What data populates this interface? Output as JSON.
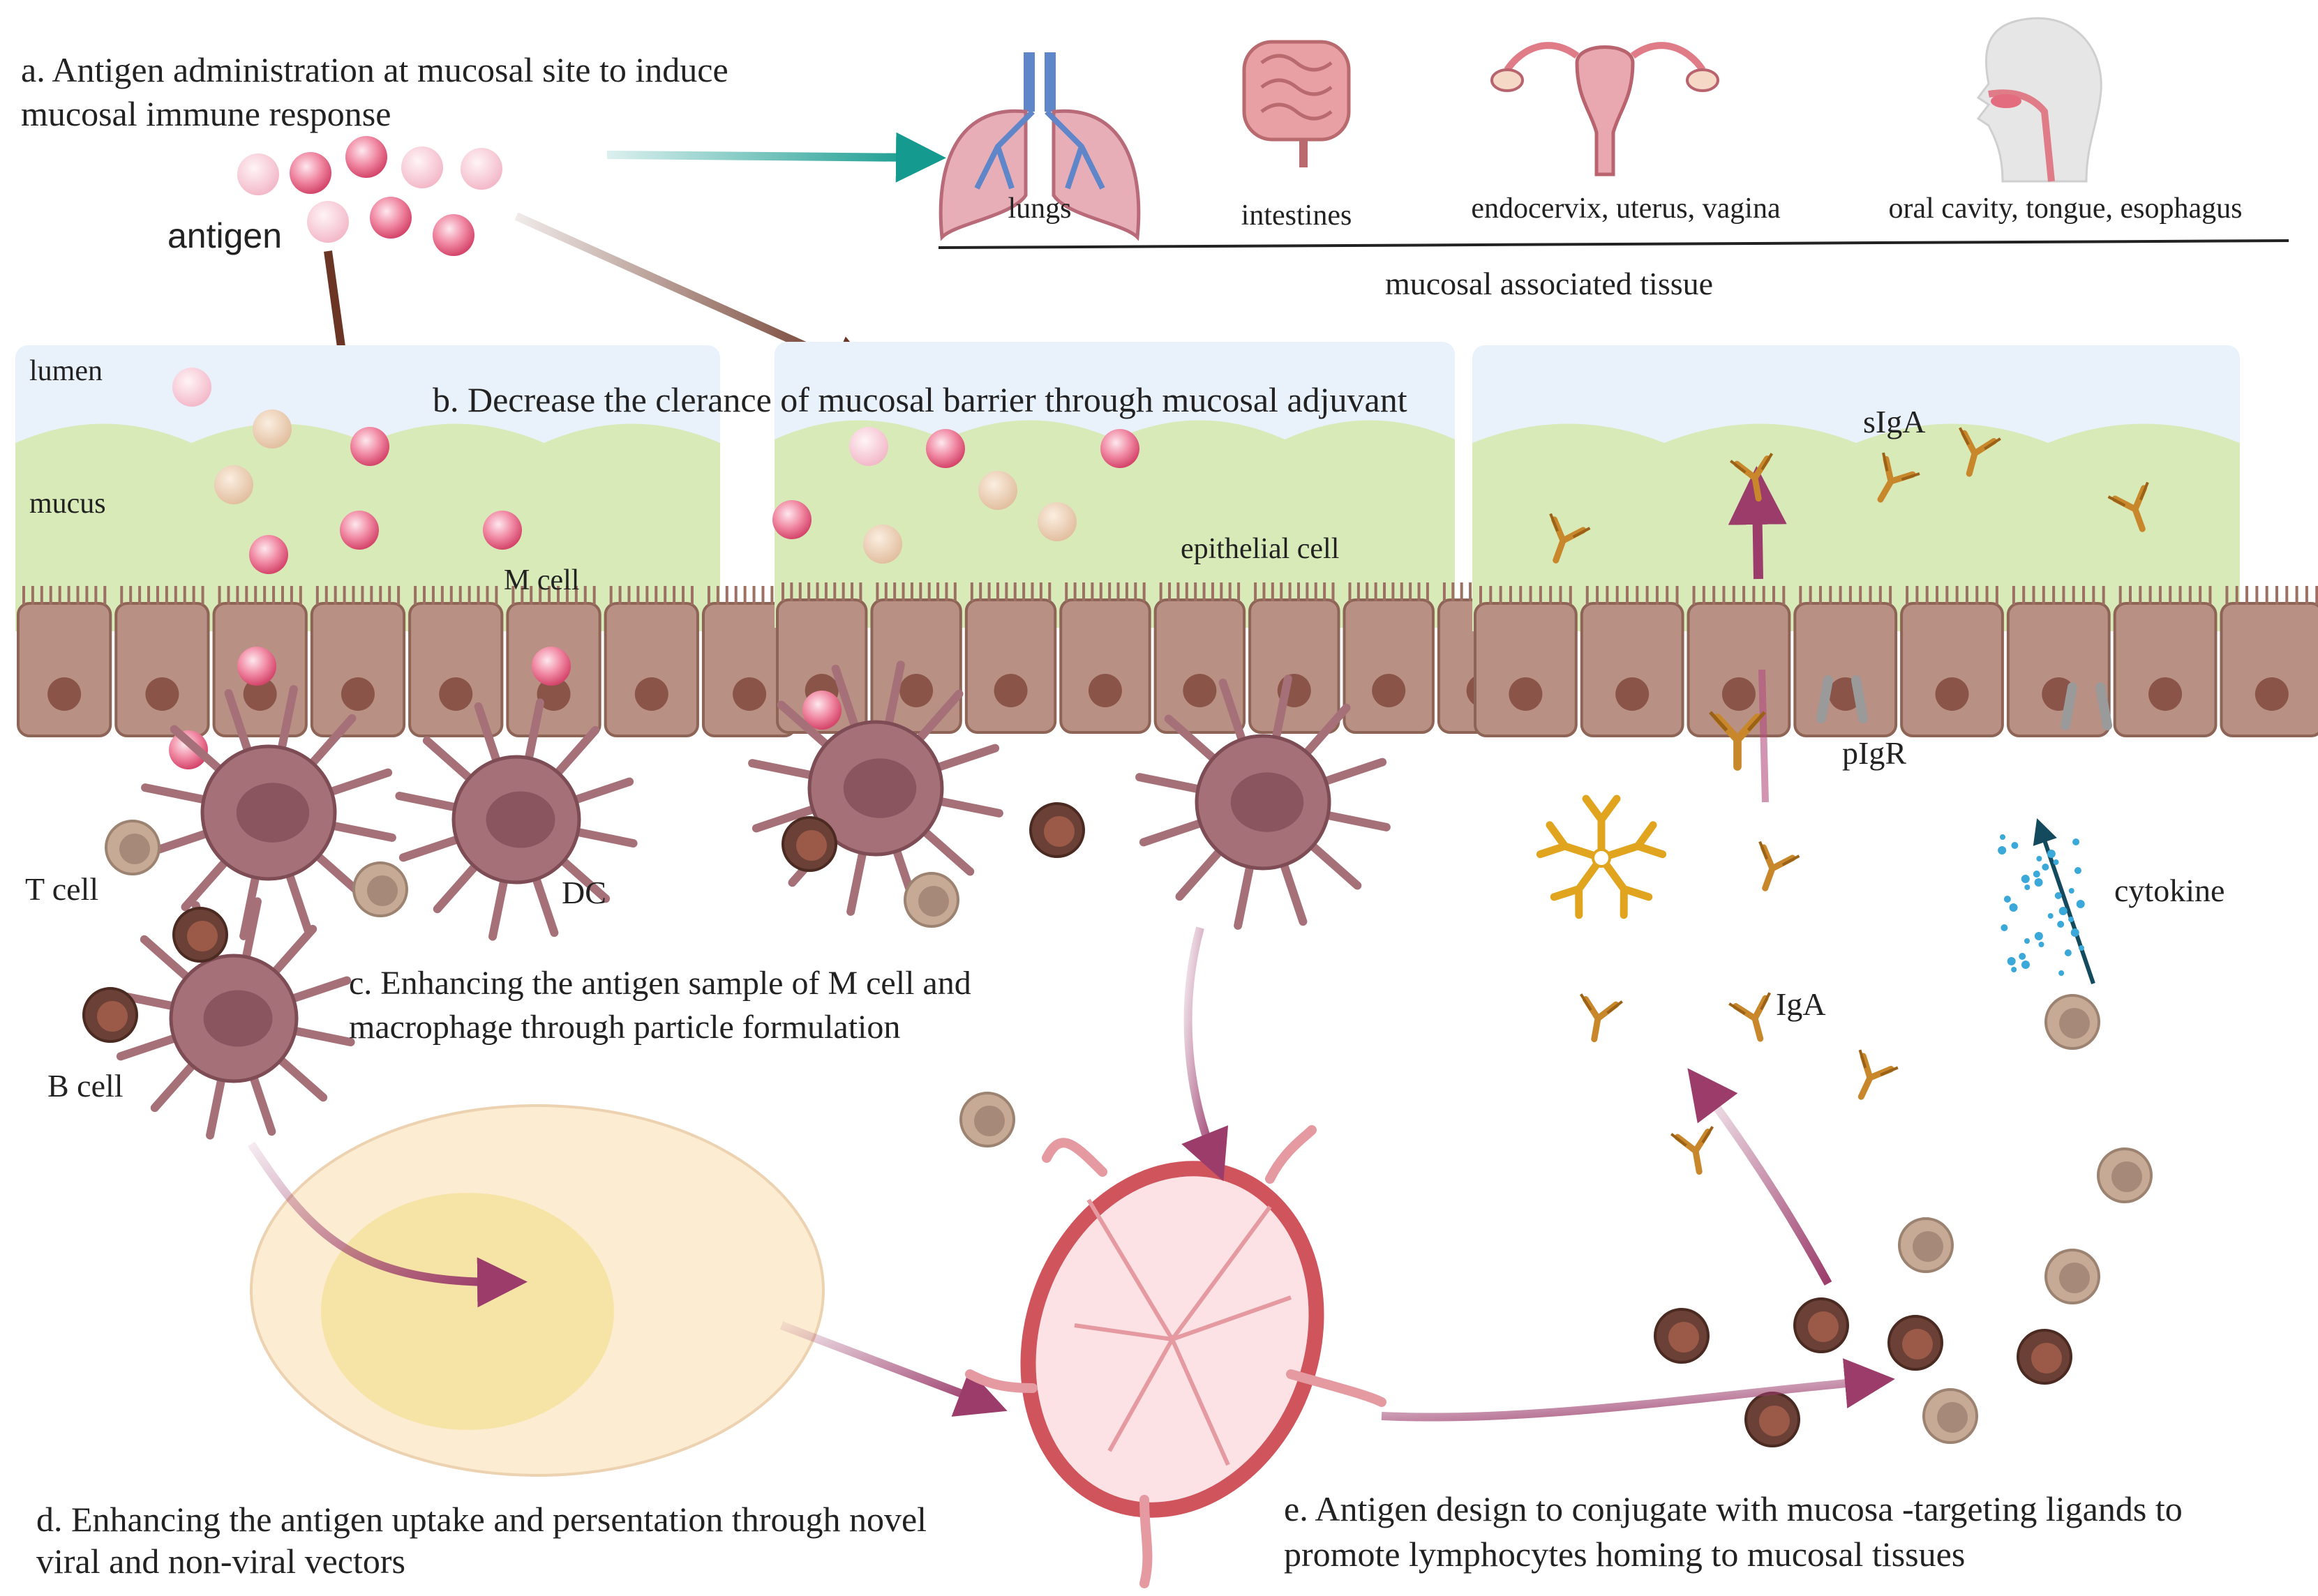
{
  "panels": {
    "a": {
      "line1": "a. Antigen administration  at mucosal site to induce",
      "line2": "mucosal immune response",
      "antigen_label": "antigen"
    },
    "b": {
      "label": "b. Decrease the clerance  of mucosal barrier through mucosal adjuvant"
    },
    "c": {
      "line1": "c. Enhancing the antigen sample of  M cell  and",
      "line2": "macrophage  through particle formulation"
    },
    "d": {
      "line1": "d. Enhancing the antigen uptake and persentation through novel",
      "line2": "viral and non-viral vectors"
    },
    "e": {
      "line1": "e. Antigen design to conjugate with mucosa -targeting ligands  to",
      "line2": "promote lymphocytes homing to mucosal tissues"
    }
  },
  "tissues": {
    "items": [
      {
        "label": "lungs",
        "icon": "lungs-icon"
      },
      {
        "label": "intestines",
        "icon": "intestines-icon"
      },
      {
        "label": "endocervix, uterus, vagina",
        "icon": "uterus-icon"
      },
      {
        "label": "oral cavity, tongue, esophagus",
        "icon": "head-profile-icon"
      }
    ],
    "caption": "mucosal associated tissue"
  },
  "labels": {
    "lumen": "lumen",
    "mucus": "mucus",
    "m_cell": "M cell",
    "epithelial_cell": "epithelial cell",
    "t_cell": "T cell",
    "dc": "DC",
    "b_cell": "B cell",
    "siga": "sIgA",
    "pigr": "pIgR",
    "cytokine": "cytokine",
    "iga": "IgA"
  },
  "colors": {
    "lumen": "#e9f1fb",
    "mucus": "#d8eab8",
    "epithelium": "#b99084",
    "nucleus": "#8a5548",
    "dendritic_cell": "#a57078",
    "antigen": "#e0607f",
    "antibody": "#c8872b",
    "arrow_purple": "#9b3c6b",
    "arrow_brown": "#6b3525",
    "arrow_teal": "#149a8e",
    "lymph_node": "#fce2e4",
    "follicle_outer": "#fcecd2",
    "follicle_inner": "#f4e3a0"
  }
}
